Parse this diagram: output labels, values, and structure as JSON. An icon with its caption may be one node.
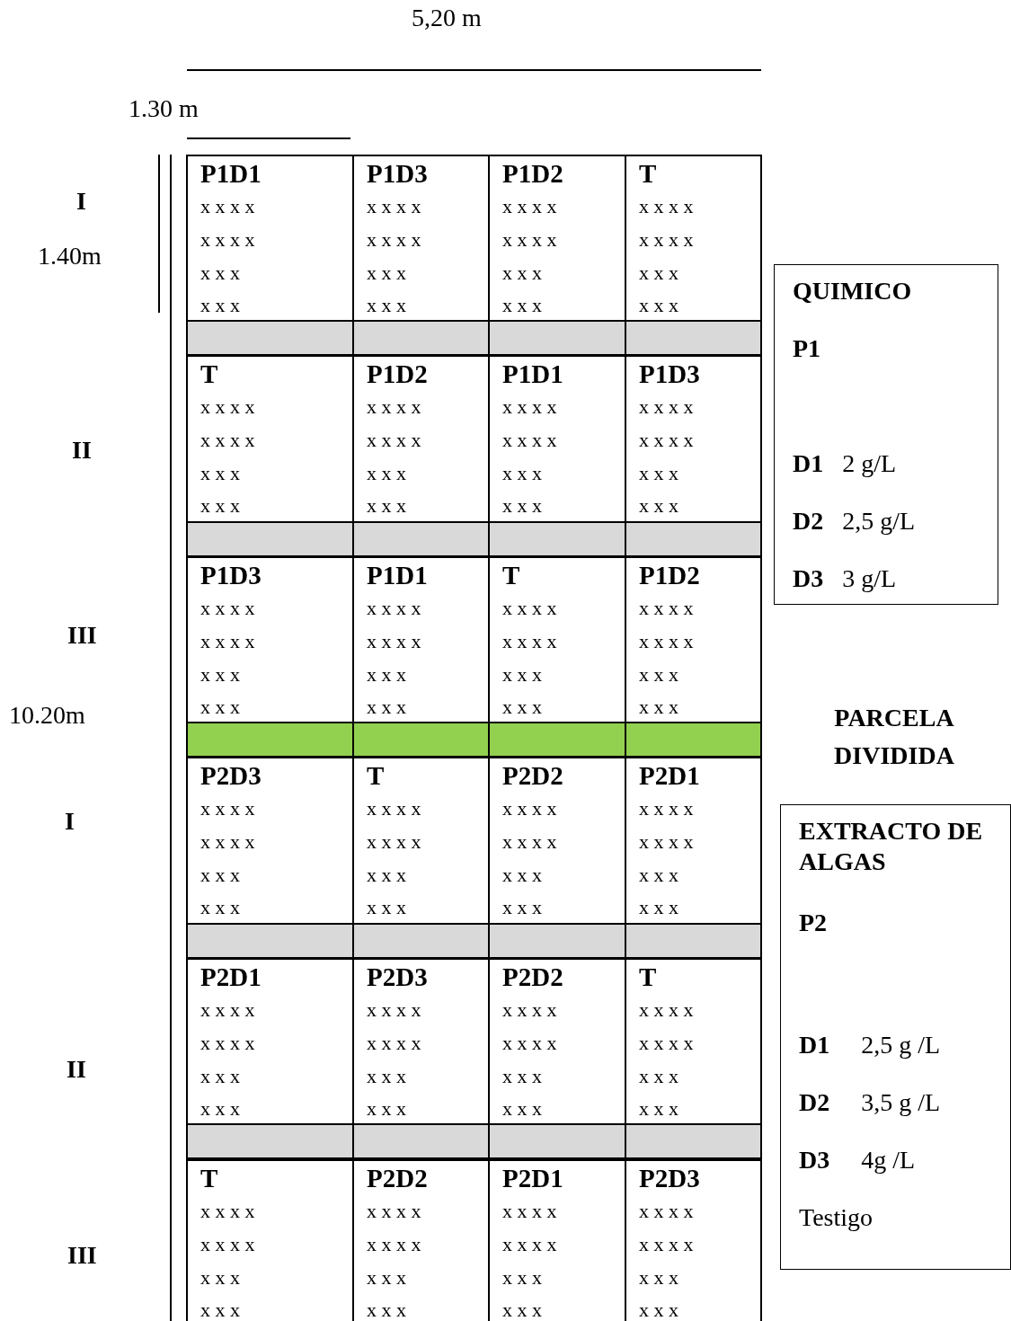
{
  "diagram": {
    "nodes": [
      {
        "text": [
          "P1D1",
          "x x x x",
          "x x x x",
          "x x x",
          "x x x"
        ]
      },
      {
        "text": [
          "P1D3",
          "x x x x",
          "x x x x",
          "x x x",
          "x x x"
        ]
      },
      {
        "text": [
          "P1D2",
          "x x x x",
          "x x x x",
          "x x x",
          "x x x"
        ]
      },
      {
        "text": [
          "T",
          "x x x x",
          "x x x x",
          "x x x",
          "x x x"
        ]
      },
      {
        "text": [
          "T",
          "x x x x",
          "x x x x",
          "x x x",
          "x x x"
        ]
      },
      {
        "text": [
          "P1D2",
          "x x x x",
          "x x x x",
          "x x x",
          "x x x"
        ]
      },
      {
        "text": [
          "P1D1",
          "x x x x",
          "x x x x",
          "x x x",
          "x x x"
        ]
      },
      {
        "text": [
          "P1D3",
          "x x x x",
          "x x x x",
          "x x x",
          "x x x"
        ]
      },
      {
        "text": [
          "P1D3",
          "x x x x",
          "x x x x",
          "x x x",
          "x x x"
        ]
      },
      {
        "text": [
          "P1D1",
          "x x x x",
          "x x x x",
          "x x x",
          "x x x"
        ]
      },
      {
        "text": [
          "T",
          "x x x x",
          "x x x x",
          "x x x",
          "x x x"
        ]
      },
      {
        "text": [
          "P1D2",
          "x x x x",
          "x x x x",
          "x x x",
          "x x x"
        ]
      },
      {
        "text": [
          "P2D3",
          "x x x x",
          "x x x x",
          "x x x",
          "x x x"
        ]
      },
      {
        "text": [
          "T",
          "x x x x",
          "x x x x",
          "x x x",
          "x x x"
        ]
      },
      {
        "text": [
          "P2D2",
          "x x x x",
          "x x x x",
          "x x x",
          "x x x"
        ]
      },
      {
        "text": [
          "P2D1",
          "x x x x",
          "x x x x",
          "x x x",
          "x x x"
        ]
      },
      {
        "text": [
          "P2D1",
          "x x x x",
          "x x x x",
          "x x x",
          "x x x"
        ]
      },
      {
        "text": [
          "P2D3",
          "x x x x",
          "x x x x",
          "x x x",
          "x x x"
        ]
      },
      {
        "text": [
          "P2D2",
          "x x x x",
          "x x x x",
          "x x x",
          "x x x"
        ]
      },
      {
        "text": [
          "T",
          "x x x x",
          "x x x x",
          "x x x",
          "x x x"
        ]
      },
      {
        "text": [
          "T",
          "x x x x",
          "x x x x",
          "x x x",
          "x x x"
        ]
      },
      {
        "text": [
          "P2D2",
          "x x x x",
          "x x x x",
          "x x x",
          "x x x"
        ]
      },
      {
        "text": [
          "P2D1",
          "x x x x",
          "x x x x",
          "x x x",
          "x x x"
        ]
      },
      {
        "text": [
          "P2D3",
          "x x x x",
          "x x x x",
          "x x x",
          "x x x"
        ]
      },
      {
        "text": [
          "QUIMICO",
          "P1",
          "**D1**   2 g/L",
          "**D2**   2,5 g/L",
          "**D3**   3 g/L"
        ]
      },
      {
        "text": [
          "EXTRACTO DE ALGAS",
          "P2",
          "**D1**     2,5 g /L",
          "**D2**     3,5 g /L",
          "**D3**     4g /L",
          "Testigo"
        ]
      }
    ],
    "labels": [
      "5,20 m",
      "1.30 m",
      "I",
      "1.40m",
      "II",
      "III",
      "10.20m",
      "I",
      "PARCELA DIVIDIDA",
      "II",
      "III"
    ]
  }
}
